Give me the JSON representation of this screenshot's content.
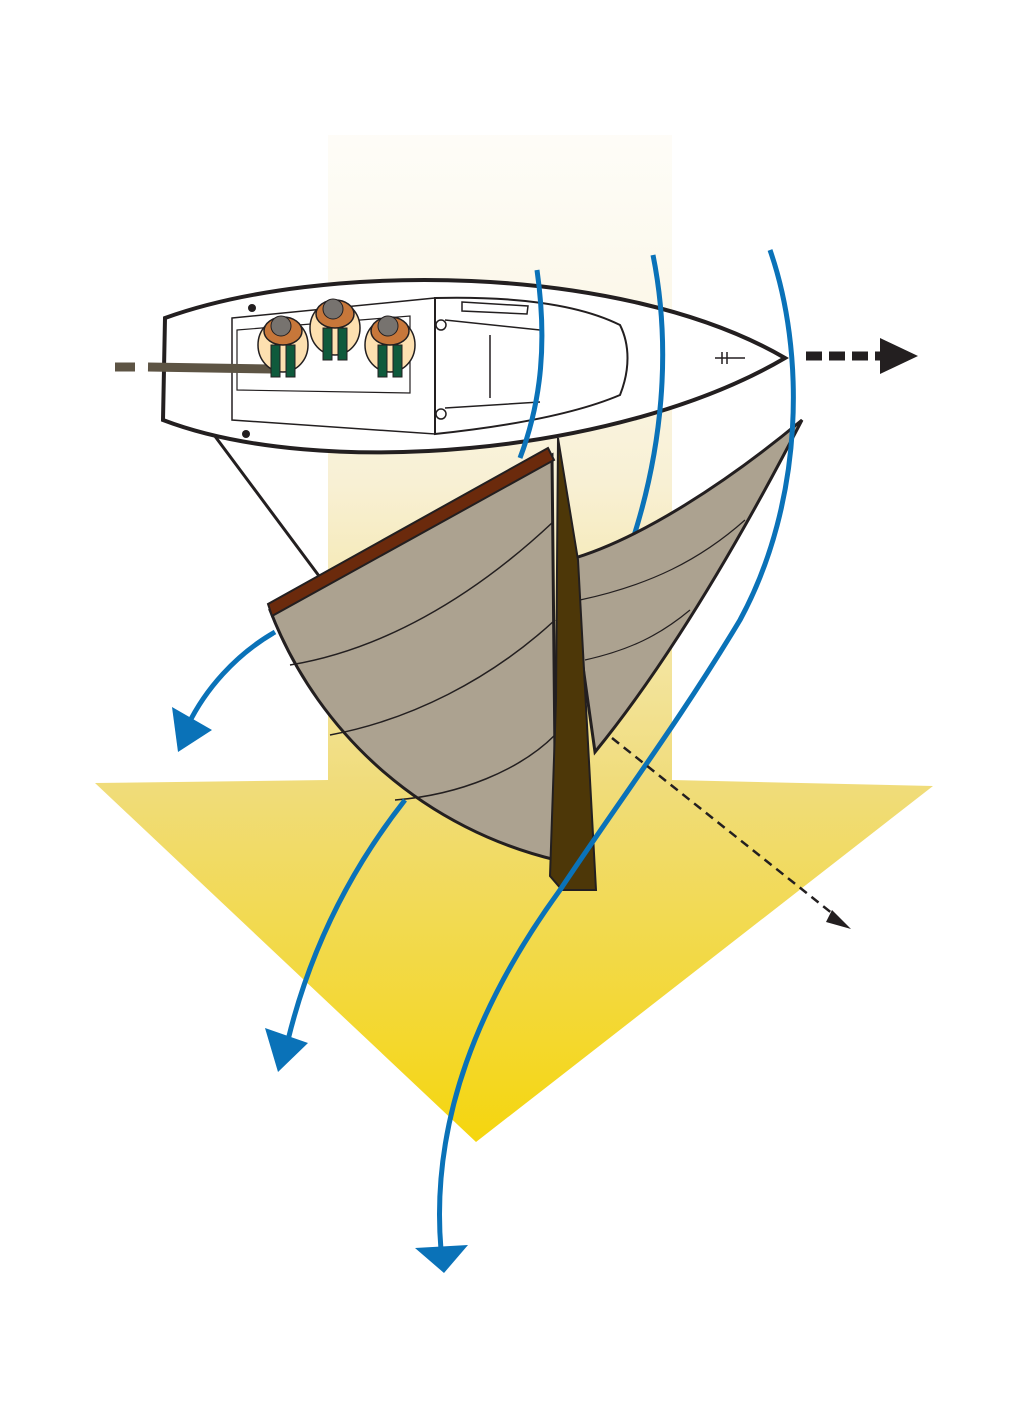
{
  "colors": {
    "background": "#ffffff",
    "wind_arrow_top": "#fdfbf3",
    "wind_arrow_bottom": "#f5d60f",
    "airflow": "#0a72b8",
    "sail": "#aca290",
    "boom": "#6b2a0c",
    "mast": "#4d3708",
    "hull": "#ffffff",
    "outline": "#231f20",
    "crew_jacket": "#c7773a",
    "crew_hat": "#77736f",
    "crew_trousers": "#0f5a3c",
    "crew_arms": "#fde0b0",
    "tiller": "#5d5444"
  },
  "icons": [
    "wind-direction-arrow",
    "boat-motion-arrow",
    "heeling-force-arrow",
    "airflow-arrow"
  ]
}
